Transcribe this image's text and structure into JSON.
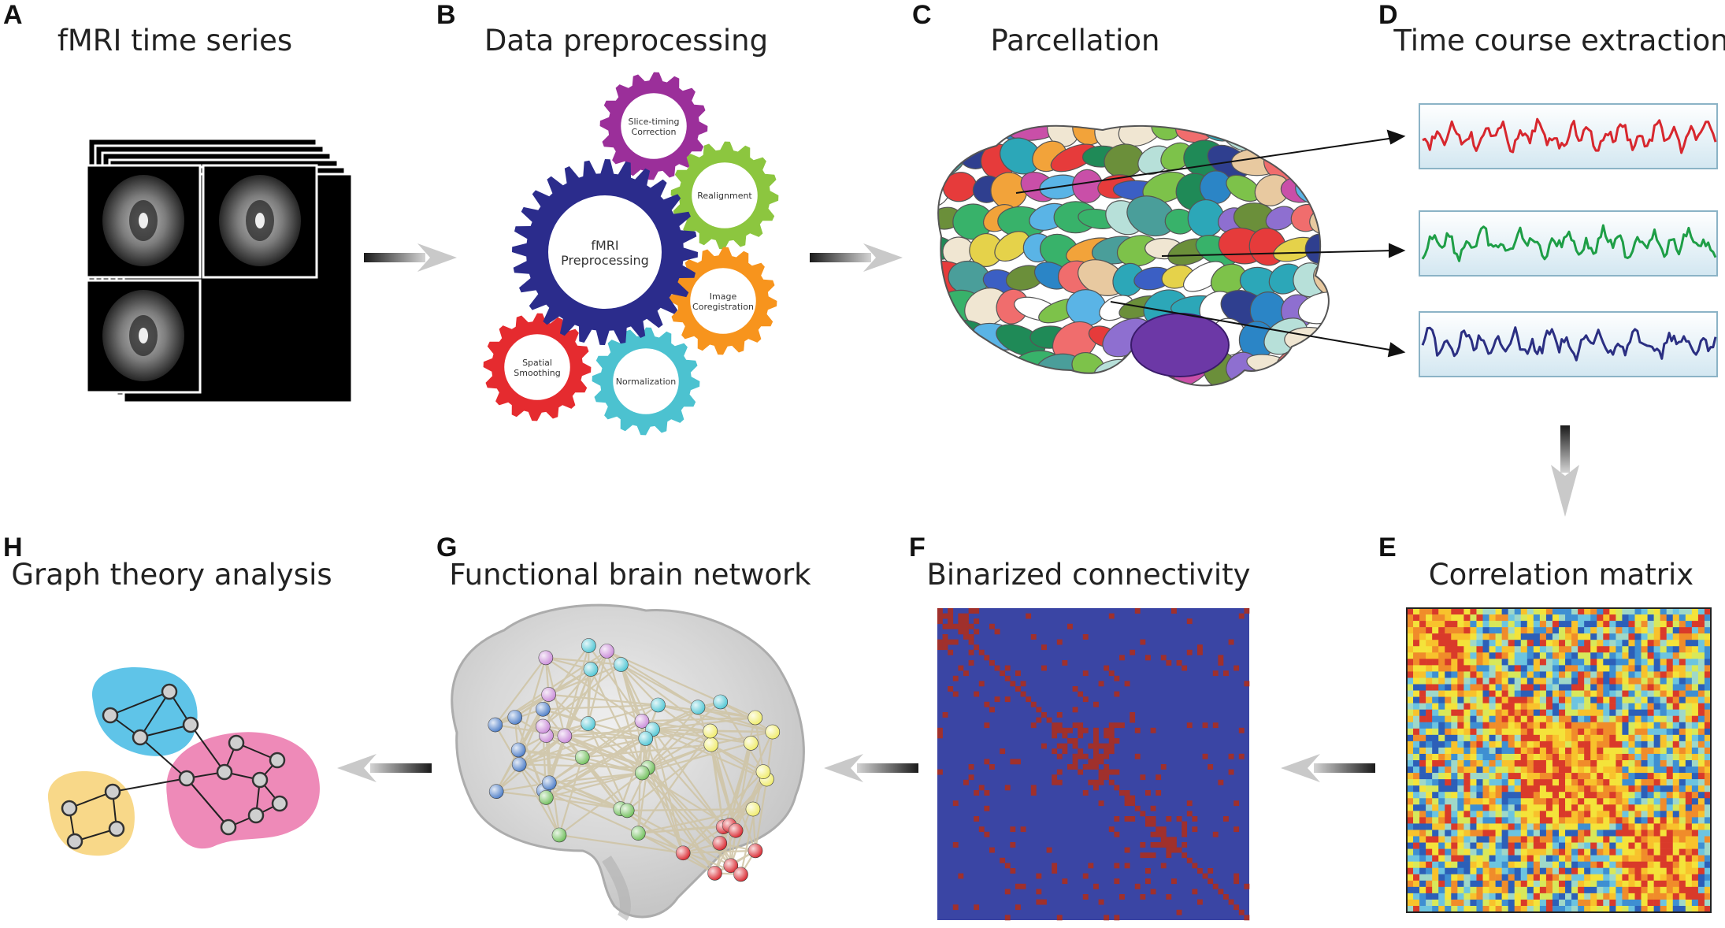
{
  "panels": {
    "A": {
      "letter": "A",
      "title": "fMRI time series"
    },
    "B": {
      "letter": "B",
      "title": "Data preprocessing"
    },
    "C": {
      "letter": "C",
      "title": "Parcellation"
    },
    "D": {
      "letter": "D",
      "title": "Time course extraction"
    },
    "E": {
      "letter": "E",
      "title": "Correlation matrix"
    },
    "F": {
      "letter": "F",
      "title": "Binarized connectivity"
    },
    "G": {
      "letter": "G",
      "title": "Functional brain network"
    },
    "H": {
      "letter": "H",
      "title": "Graph theory analysis"
    }
  },
  "gears": {
    "center": {
      "line1": "fMRI",
      "line2": "Preprocessing",
      "color": "#2b2c8c"
    },
    "slice_timing": {
      "line1": "Slice-timing",
      "line2": "Correction",
      "color": "#9b2f9a"
    },
    "realignment": {
      "line1": "Realignment",
      "line2": "",
      "color": "#8cc63f"
    },
    "coregistration": {
      "line1": "Image",
      "line2": "Coregistration",
      "color": "#f7941d"
    },
    "normalization": {
      "line1": "Normalization",
      "line2": "",
      "color": "#4cc2d0"
    },
    "smoothing": {
      "line1": "Spatial",
      "line2": "Smoothing",
      "color": "#e52b2f"
    }
  },
  "timecourses": [
    {
      "color": "#d7272e"
    },
    {
      "color": "#1e9e46"
    },
    {
      "color": "#2b2f82"
    }
  ],
  "colors": {
    "matrix_background": "#3a45a4",
    "matrix_edge": "#a0302c",
    "graph_blue": "#5fc4e8",
    "graph_pink": "#ee8ab8",
    "graph_yellow": "#f8d889"
  }
}
